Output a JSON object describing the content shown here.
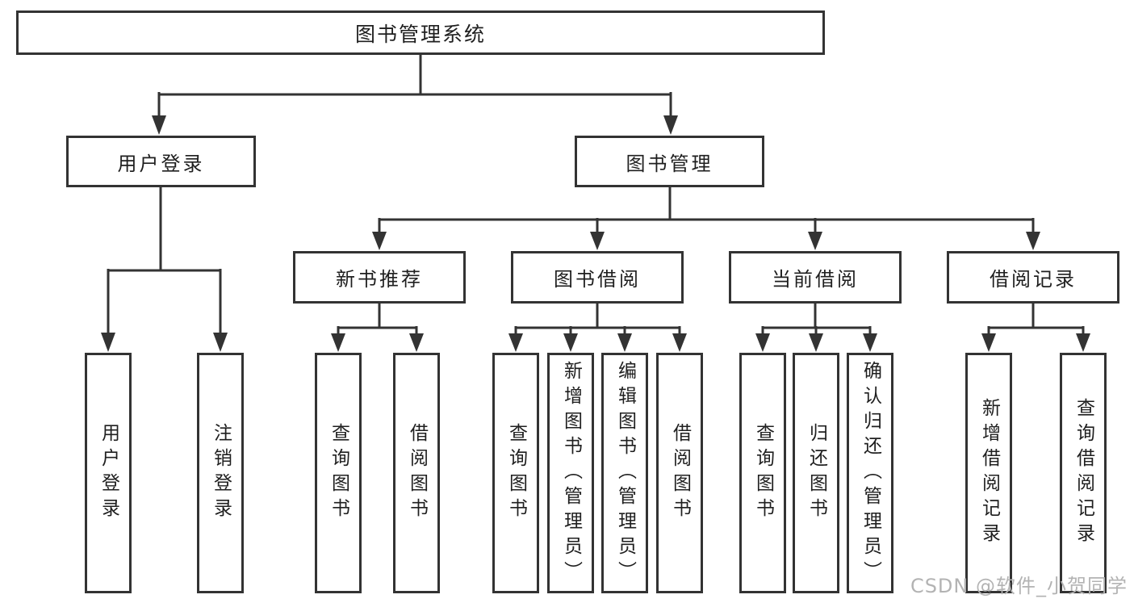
{
  "tree": {
    "root": {
      "label": "图书管理系统"
    },
    "children": [
      {
        "label": "用户登录",
        "children": [
          {
            "label": "用户登录"
          },
          {
            "label": "注销登录"
          }
        ]
      },
      {
        "label": "图书管理",
        "children": [
          {
            "label": "新书推荐",
            "children": [
              {
                "label": "查询图书"
              },
              {
                "label": "借阅图书"
              }
            ]
          },
          {
            "label": "图书借阅",
            "children": [
              {
                "label": "查询图书"
              },
              {
                "label": "新增图书（管理员）"
              },
              {
                "label": "编辑图书（管理员）"
              },
              {
                "label": "借阅图书"
              }
            ]
          },
          {
            "label": "当前借阅",
            "children": [
              {
                "label": "查询图书"
              },
              {
                "label": "归还图书"
              },
              {
                "label": "确认归还（管理员）"
              }
            ]
          },
          {
            "label": "借阅记录",
            "children": [
              {
                "label": "新增借阅记录"
              },
              {
                "label": "查询借阅记录"
              }
            ]
          }
        ]
      }
    ]
  },
  "watermark": "CSDN @软件_小贺同学",
  "colors": {
    "line": "#333333",
    "text": "#1f1f1f",
    "watermark": "#b3b3b3",
    "bg": "#ffffff"
  }
}
